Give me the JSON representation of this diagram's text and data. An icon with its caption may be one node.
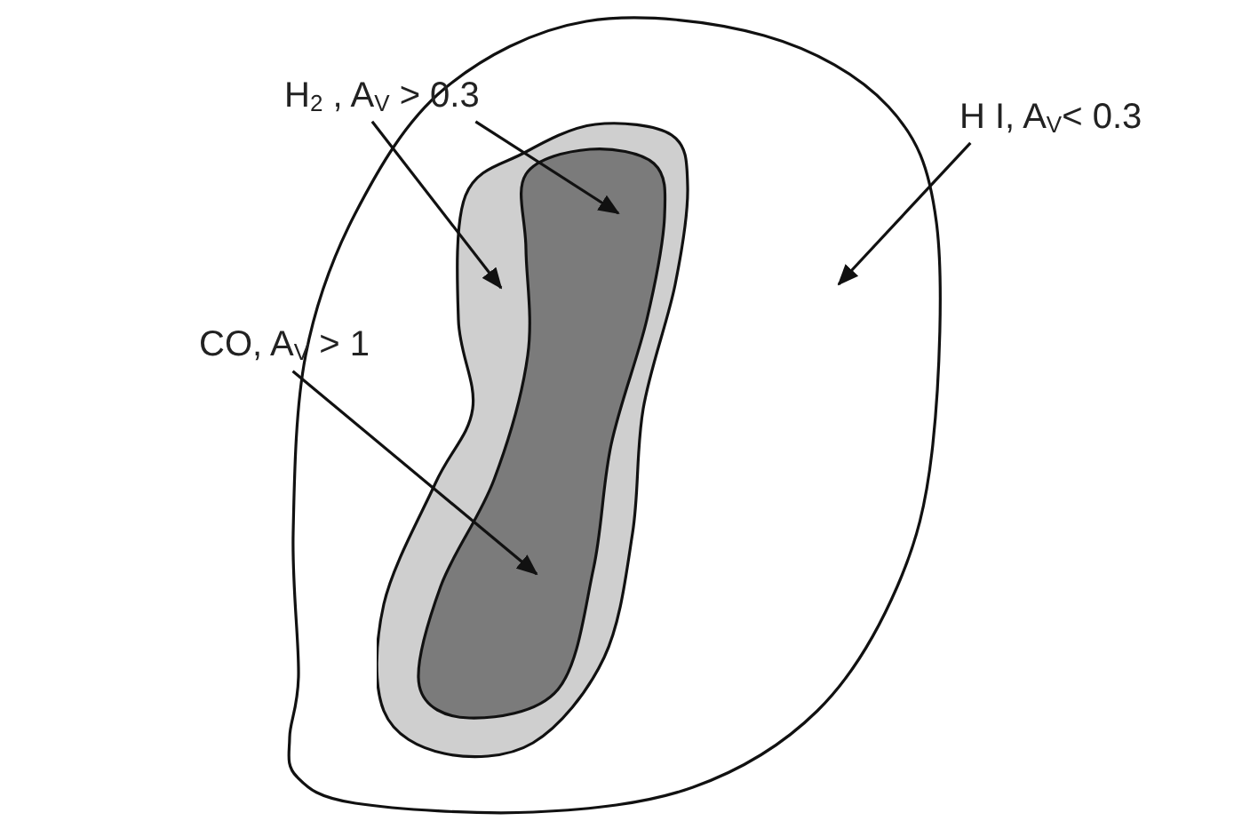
{
  "diagram": {
    "nodes": [
      {
        "text": [
          "H$_{2}$ , A$_{V}$ > 0.3"
        ]
      },
      {
        "text": [
          "H I, A$_{V}$< 0.3"
        ]
      },
      {
        "text": [
          "CO, A$_{V}$ > 1"
        ]
      },
      {
        "text": [],
        "shape": "cloud"
      },
      {
        "text": [],
        "shape": "cloud",
        "in": 3
      },
      {
        "text": [],
        "shape": "cloud",
        "in": 4
      }
    ],
    "edges": [
      {
        "from": 0,
        "to": 5,
        "arrow": "to"
      },
      {
        "from": 0,
        "to": 4,
        "arrow": "to"
      },
      {
        "from": 1,
        "to": 3,
        "arrow": "to"
      },
      {
        "from": 2,
        "to": 5,
        "arrow": "to"
      }
    ]
  }
}
